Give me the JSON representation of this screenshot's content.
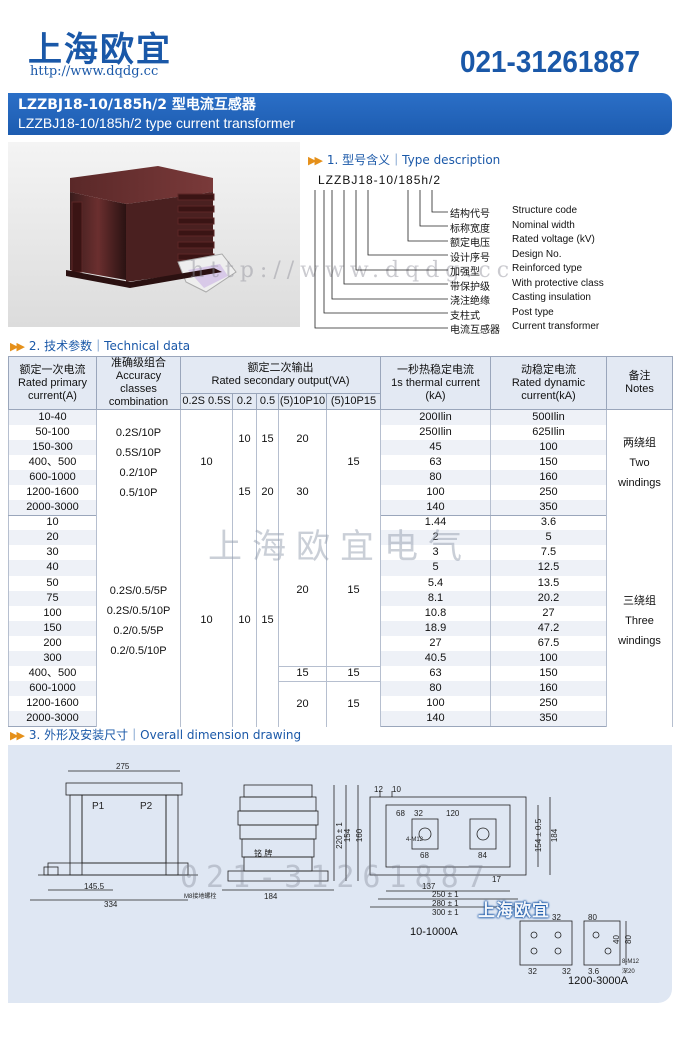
{
  "header": {
    "brand": "上海欧宜",
    "url": "http://www.dqdg.cc",
    "phone": "021-31261887"
  },
  "title": {
    "cn_model": "LZZBJ18-10/185h/2",
    "cn_suffix": " 型电流互感器",
    "en": "LZZBJ18-10/185h/2 type current transformer"
  },
  "watermarks": {
    "url": "http://www.dqdg.cc",
    "cn": "上海欧宜电气",
    "phone": "021-31261887",
    "logo": "上海欧宜"
  },
  "type_description": {
    "heading": "1. 型号含义｜Type description",
    "code": "LZZBJ18-10/185h/2",
    "items": [
      {
        "cn": "结构代号",
        "en": "Structure code"
      },
      {
        "cn": "标称宽度",
        "en": "Nominal width"
      },
      {
        "cn": "额定电压",
        "en": "Rated voltage (kV)"
      },
      {
        "cn": "设计序号",
        "en": "Design No."
      },
      {
        "cn": "加强型",
        "en": "Reinforced type"
      },
      {
        "cn": "带保护级",
        "en": "With protective class"
      },
      {
        "cn": "浇注绝缘",
        "en": "Casting insulation"
      },
      {
        "cn": "支柱式",
        "en": "Post type"
      },
      {
        "cn": "电流互感器",
        "en": "Current transformer"
      }
    ]
  },
  "technical": {
    "heading": "2. 技术参数｜Technical data",
    "headers": {
      "primary_cn": "额定一次电流",
      "primary_en": "Rated primary current(A)",
      "accuracy_cn": "准确级组合",
      "accuracy_en": "Accuracy classes combination",
      "secondary_cn": "额定二次输出",
      "secondary_en": "Rated secondary output(VA)",
      "thermal_cn": "一秒热稳定电流",
      "thermal_en": "1s thermal current (kA)",
      "dynamic_cn": "动稳定电流",
      "dynamic_en": "Rated dynamic current(kA)",
      "notes_cn": "备注",
      "notes_en": "Notes",
      "sub": [
        "0.2S 0.5S",
        "0.2",
        "0.5",
        "(5)10P10",
        "(5)10P15"
      ]
    },
    "primary": [
      "10-40",
      "50-100",
      "150-300",
      "400、500",
      "600-1000",
      "1200-1600",
      "2000-3000",
      "10",
      "20",
      "30",
      "40",
      "50",
      "75",
      "100",
      "150",
      "200",
      "300",
      "400、500",
      "600-1000",
      "1200-1600",
      "2000-3000"
    ],
    "thermal": [
      "200Ilin",
      "250Ilin",
      "45",
      "63",
      "80",
      "100",
      "140",
      "1.44",
      "2",
      "3",
      "5",
      "5.4",
      "8.1",
      "10.8",
      "18.9",
      "27",
      "40.5",
      "63",
      "80",
      "100",
      "140"
    ],
    "dynamic": [
      "500Ilin",
      "625Ilin",
      "100",
      "150",
      "160",
      "250",
      "350",
      "3.6",
      "5",
      "7.5",
      "12.5",
      "13.5",
      "20.2",
      "27",
      "47.2",
      "67.5",
      "100",
      "150",
      "160",
      "250",
      "350"
    ],
    "group1": {
      "accuracy": [
        "0.2S/10P",
        "0.5S/10P",
        "0.2/10P",
        "0.5/10P"
      ],
      "va_02s05s": "10",
      "va_02_a": "10",
      "va_05_a": "15",
      "va_p10_a": "20",
      "va_02_b": "15",
      "va_05_b": "20",
      "va_p10_b": "30",
      "va_p15": "15",
      "notes": [
        "两绕组",
        "Two",
        "windings"
      ]
    },
    "group2": {
      "accuracy": [
        "0.2S/0.5/5P",
        "0.2S/0.5/10P",
        "0.2/0.5/5P",
        "0.2/0.5/10P"
      ],
      "va_02s05s": "10",
      "va_02": "10",
      "va_05": "15",
      "va_p10_a": "20",
      "va_p15_a": "15",
      "va_p10_b": "15",
      "va_p15_b": "15",
      "va_p10_c": "20",
      "va_p15_c": "15",
      "notes": [
        "三绕组",
        "Three",
        "windings"
      ]
    }
  },
  "drawing": {
    "heading": "3. 外形及安装尺寸｜Overall dimension drawing",
    "dims": {
      "front_width": "275",
      "front_base": "334",
      "front_offset": "145.5",
      "p1": "P1",
      "p2": "P2",
      "side_width": "184",
      "side_h1": "220 ± 1",
      "side_h2": "154",
      "side_h3": "160",
      "d12": "12",
      "d10": "10",
      "d68a": "68",
      "d32": "32",
      "d120": "120",
      "d68b": "68",
      "d84": "84",
      "d154": "154 ± 0.5",
      "d184": "184",
      "d17": "17",
      "d137": "137",
      "d250": "250 ± 1",
      "d280": "280 ± 1",
      "d300": "300 ± 1",
      "b1": "32",
      "b2": "32",
      "b3": "80",
      "b4": "40",
      "b5": "32",
      "b6": "3.6",
      "b7": "80",
      "bolt": "8-M12",
      "depth": "深20",
      "m8": "M8接地螺栓",
      "plate": "铭   牌",
      "m12": "4-M12"
    },
    "caption1": "10-1000A",
    "caption2": "1200-3000A"
  }
}
